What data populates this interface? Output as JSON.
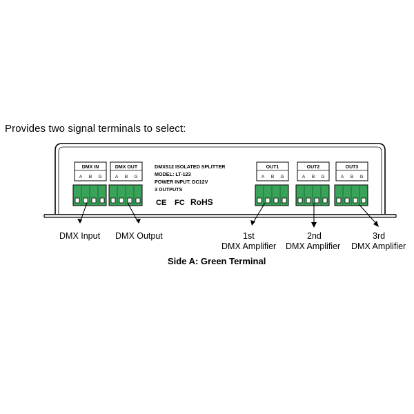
{
  "intro_text": "Provides two signal terminals to select:",
  "panel": {
    "line1": "DMX512 ISOLATED SPLITTER",
    "line2": "MODEL: LT-123",
    "line3": "POWER INPUT: DC12V",
    "line4": "3 OUTPUTS",
    "logos": [
      "CE",
      "FC",
      "RoHS"
    ]
  },
  "terminals": [
    {
      "title": "DMX IN",
      "pins": [
        "A",
        "B",
        "G"
      ]
    },
    {
      "title": "DMX OUT",
      "pins": [
        "A",
        "B",
        "G"
      ]
    },
    {
      "title": "OUT1",
      "pins": [
        "A",
        "B",
        "G"
      ]
    },
    {
      "title": "OUT2",
      "pins": [
        "A",
        "B",
        "G"
      ]
    },
    {
      "title": "OUT3",
      "pins": [
        "A",
        "B",
        "G"
      ]
    }
  ],
  "labels": {
    "dmx_input": "DMX Input",
    "dmx_output": "DMX Output",
    "amp1_ordinal": "1st",
    "amp1": "DMX Amplifier",
    "amp2_ordinal": "2nd",
    "amp2": "DMX Amplifier",
    "amp3_ordinal": "3rd",
    "amp3": "DMX Amplifier"
  },
  "caption": "Side A: Green Terminal",
  "colors": {
    "terminal_green": "#3aa35a",
    "terminal_dark": "#1f6b36",
    "outline": "#000000"
  }
}
